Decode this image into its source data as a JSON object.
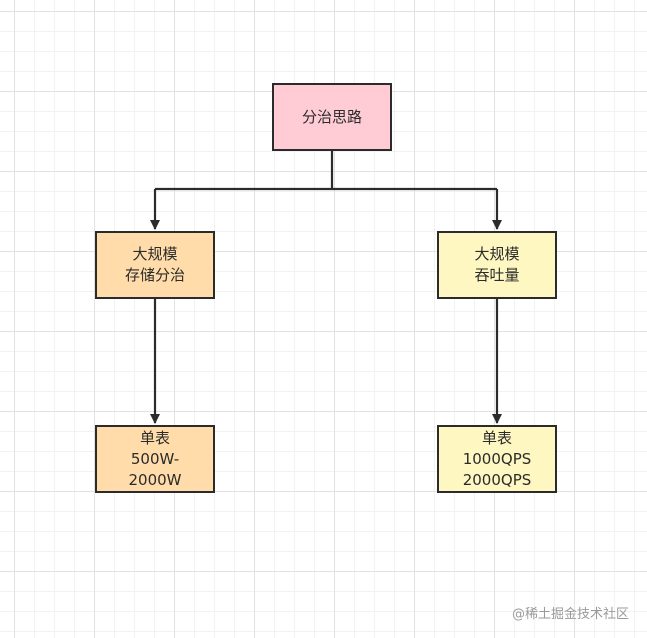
{
  "nodes": {
    "root": {
      "label": "分治思路",
      "fill": "#ffccd5"
    },
    "storage": {
      "lines": [
        "大规模",
        "存储分治"
      ],
      "fill": "#ffdcaa"
    },
    "throughput": {
      "lines": [
        "大规模",
        "吞吐量"
      ],
      "fill": "#fff7c2"
    },
    "table_rows": {
      "lines": [
        "单表",
        "500W-",
        "2000W"
      ],
      "fill": "#ffdcaa"
    },
    "table_qps": {
      "lines": [
        "单表",
        "1000QPS",
        "2000QPS"
      ],
      "fill": "#fff7c2"
    }
  },
  "watermark": "@稀土掘金技术社区",
  "colors": {
    "grid_line": "#e2e2e2",
    "stroke": "#2b2b2b"
  }
}
